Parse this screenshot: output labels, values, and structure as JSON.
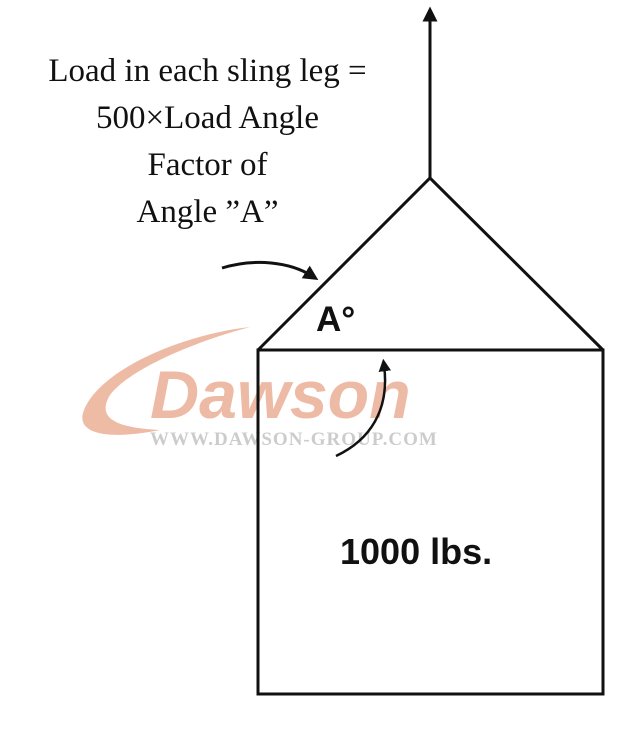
{
  "caption": {
    "lines": [
      "Load in each sling leg =",
      "500×Load Angle",
      "Factor of",
      "Angle ”A”"
    ]
  },
  "angle_label": "A°",
  "weight_label": "1000 lbs.",
  "watermark": {
    "logo_text": "Dawson",
    "url_text": "WWW.DAWSON-GROUP.COM",
    "color": "#e8a487",
    "url_color": "#bbbbbb"
  },
  "colors": {
    "line": "#111111",
    "background": "#ffffff"
  }
}
